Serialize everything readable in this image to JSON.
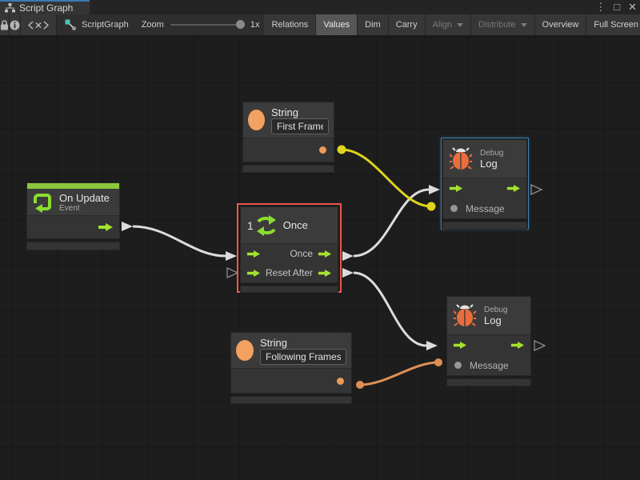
{
  "window": {
    "tab_title": "Script Graph",
    "controls": {
      "menu": "⋮",
      "maximize": "□",
      "close": "✕"
    }
  },
  "toolbar": {
    "graph_name": "ScriptGraph",
    "zoom_label": "Zoom",
    "zoom_value": "1x",
    "buttons": [
      {
        "label": "Relations",
        "active": false
      },
      {
        "label": "Values",
        "active": true
      },
      {
        "label": "Dim",
        "active": false
      },
      {
        "label": "Carry",
        "active": false
      },
      {
        "label": "Align",
        "disabled": true,
        "dropdown": true
      },
      {
        "label": "Distribute",
        "disabled": true,
        "dropdown": true
      },
      {
        "label": "Overview",
        "active": false
      },
      {
        "label": "Full Screen",
        "active": false
      }
    ]
  },
  "nodes": {
    "string_first": {
      "title": "String",
      "value": "First Frame"
    },
    "on_update": {
      "title": "On Update",
      "subtitle": "Event"
    },
    "once": {
      "icon_number": "1",
      "title": "Once",
      "out1_label": "Once",
      "in2_label": "Reset",
      "out2_label": "After"
    },
    "debug_top": {
      "subtitle": "Debug",
      "title": "Log",
      "message_label": "Message"
    },
    "debug_bottom": {
      "subtitle": "Debug",
      "title": "Log",
      "message_label": "Message"
    },
    "string_following": {
      "title": "String",
      "value": "Following Frames"
    }
  },
  "connections": [
    {
      "from": "on_update.output",
      "to": "once.input",
      "type": "flow",
      "color": "#dcdcdc"
    },
    {
      "from": "once.once",
      "to": "debug_top.input",
      "type": "flow",
      "color": "#dcdcdc"
    },
    {
      "from": "once.after",
      "to": "debug_bottom.input",
      "type": "flow",
      "color": "#dcdcdc"
    },
    {
      "from": "string_first.output",
      "to": "debug_top.message",
      "type": "value",
      "color": "#ded41d"
    },
    {
      "from": "string_following.output",
      "to": "debug_bottom.message",
      "type": "value",
      "color": "#df8f55"
    }
  ],
  "colors": {
    "accent_green": "#a4e22e",
    "event_bar_green": "#8bc83c",
    "selection_red": "#e8574a",
    "selection_blue": "#3f7fae",
    "string_orange": "#f2a160",
    "bug_orange": "#ea6e3d",
    "wire_yellow": "#ded41d",
    "wire_orange": "#df8f55",
    "wire_white": "#dcdcdc"
  }
}
